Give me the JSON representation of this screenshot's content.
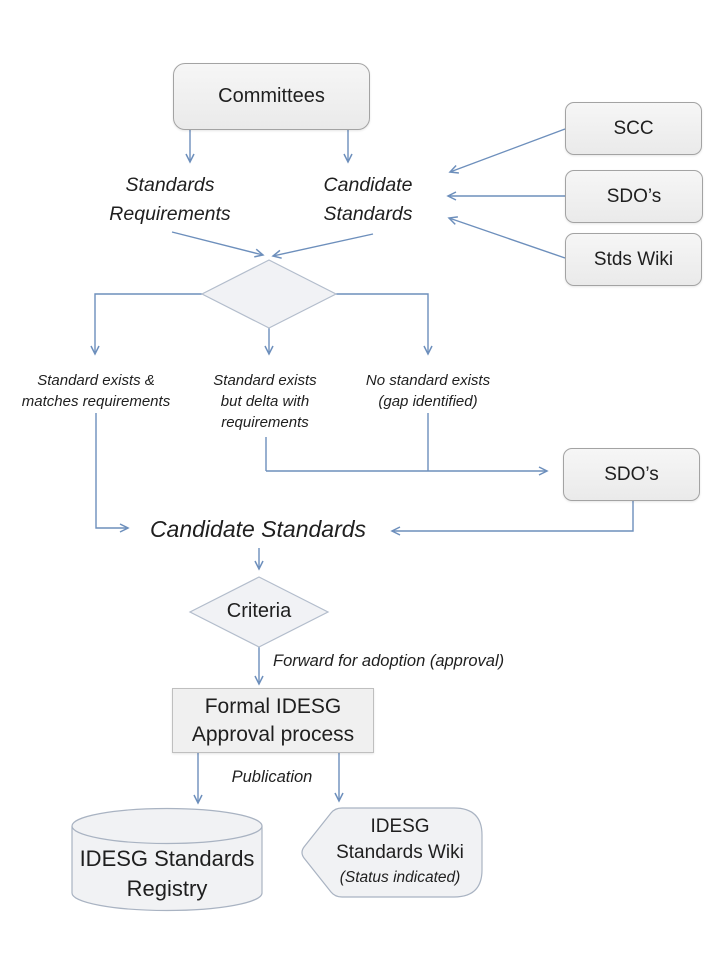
{
  "colors": {
    "connector": "#6d8fbc",
    "node_fill": "#f0f0f0",
    "node_border": "#a3a3a3",
    "shape_border": "#b3bdcc",
    "text": "#1f1f1f",
    "background": "#ffffff"
  },
  "nodes": {
    "committees": {
      "label": "Committees"
    },
    "scc": {
      "label": "SCC"
    },
    "sdos_top": {
      "label": "SDO’s"
    },
    "stds_wiki": {
      "label": "Stds Wiki"
    },
    "standards_requirements": {
      "lines": [
        "Standards",
        "Requirements"
      ]
    },
    "candidate_standards_top": {
      "lines": [
        "Candidate",
        "Standards"
      ]
    },
    "branch_matches": {
      "lines": [
        "Standard exists &",
        "matches requirements"
      ]
    },
    "branch_delta": {
      "lines": [
        "Standard exists",
        "but delta with",
        "requirements"
      ]
    },
    "branch_gap": {
      "lines": [
        "No standard exists",
        "(gap identified)"
      ]
    },
    "sdos_lower": {
      "label": "SDO’s"
    },
    "candidate_standards_main": {
      "label": "Candidate Standards"
    },
    "criteria": {
      "label": "Criteria"
    },
    "formal_approval": {
      "lines": [
        "Formal IDESG",
        "Approval process"
      ]
    },
    "registry": {
      "lines": [
        "IDESG Standards",
        "Registry"
      ]
    },
    "wiki": {
      "lines": [
        "IDESG",
        "Standards Wiki",
        "(Status indicated)"
      ]
    }
  },
  "edge_labels": {
    "forward": "Forward for adoption (approval)",
    "publication": "Publication"
  }
}
